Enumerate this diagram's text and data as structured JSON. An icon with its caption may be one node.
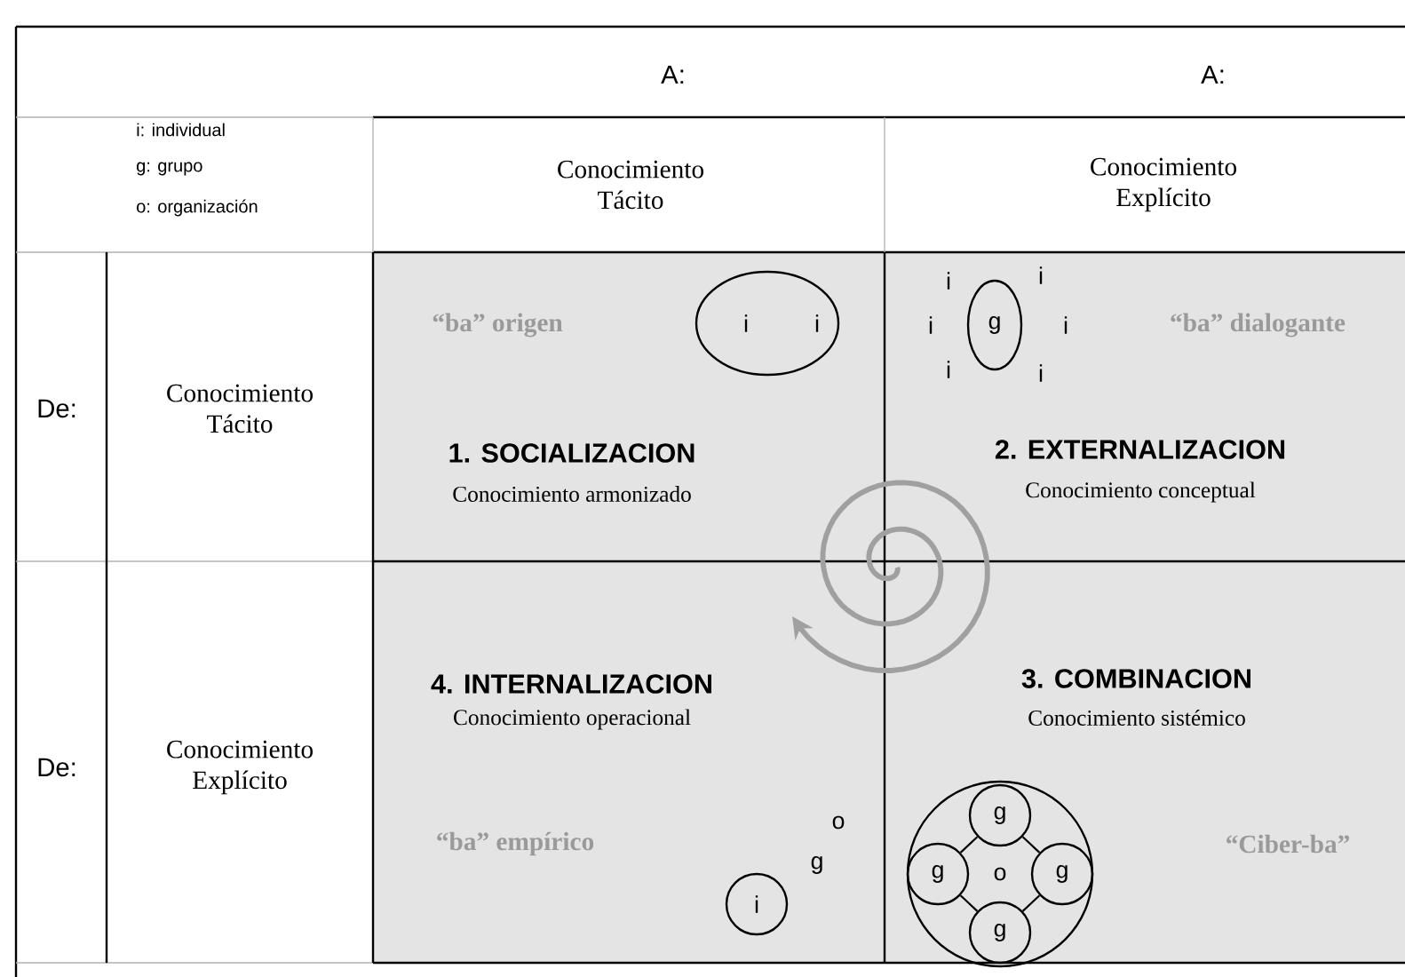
{
  "diagram": {
    "nodes": [
      {
        "text": [
          "“ba” origen",
          "1. SOCIALIZACION",
          "Conocimiento armonizado"
        ]
      },
      {
        "text": [
          "i",
          "i"
        ],
        "in": 0
      },
      {
        "text": [
          "i",
          "i",
          "i",
          "i",
          "i",
          "i",
          "“ba” dialogante",
          "2. EXTERNALIZACION",
          "Conocimiento conceptual"
        ]
      },
      {
        "text": [
          "g"
        ],
        "in": 2
      },
      {
        "text": [
          "4. INTERNALIZACION",
          "Conocimiento operacional",
          "“ba” empírico",
          "o",
          "g"
        ]
      },
      {
        "text": [
          "i"
        ],
        "in": 4
      },
      {
        "text": [
          "3. COMBINACION",
          "Conocimiento sistémico",
          "“Ciber-ba”"
        ]
      },
      {
        "text": [
          "o"
        ],
        "in": 6
      },
      {
        "text": [
          "g"
        ],
        "in": 7
      },
      {
        "text": [
          "g"
        ],
        "in": 7
      },
      {
        "text": [
          "g"
        ],
        "in": 7
      },
      {
        "text": [
          "g"
        ],
        "in": 7
      }
    ],
    "edges": [
      {
        "from": 8,
        "to": 9,
        "arrow": "none"
      },
      {
        "from": 8,
        "to": 10,
        "arrow": "none"
      },
      {
        "from": 9,
        "to": 11,
        "arrow": "none"
      },
      {
        "from": 10,
        "to": 11,
        "arrow": "none"
      }
    ],
    "labels": [
      "A:",
      "A:",
      "i: individual",
      "g: grupo",
      "o: organización",
      "Conocimiento Tácito",
      "Conocimiento Explícito",
      "De:",
      "Conocimiento Tácito",
      "De:",
      "Conocimiento Explícito"
    ]
  }
}
